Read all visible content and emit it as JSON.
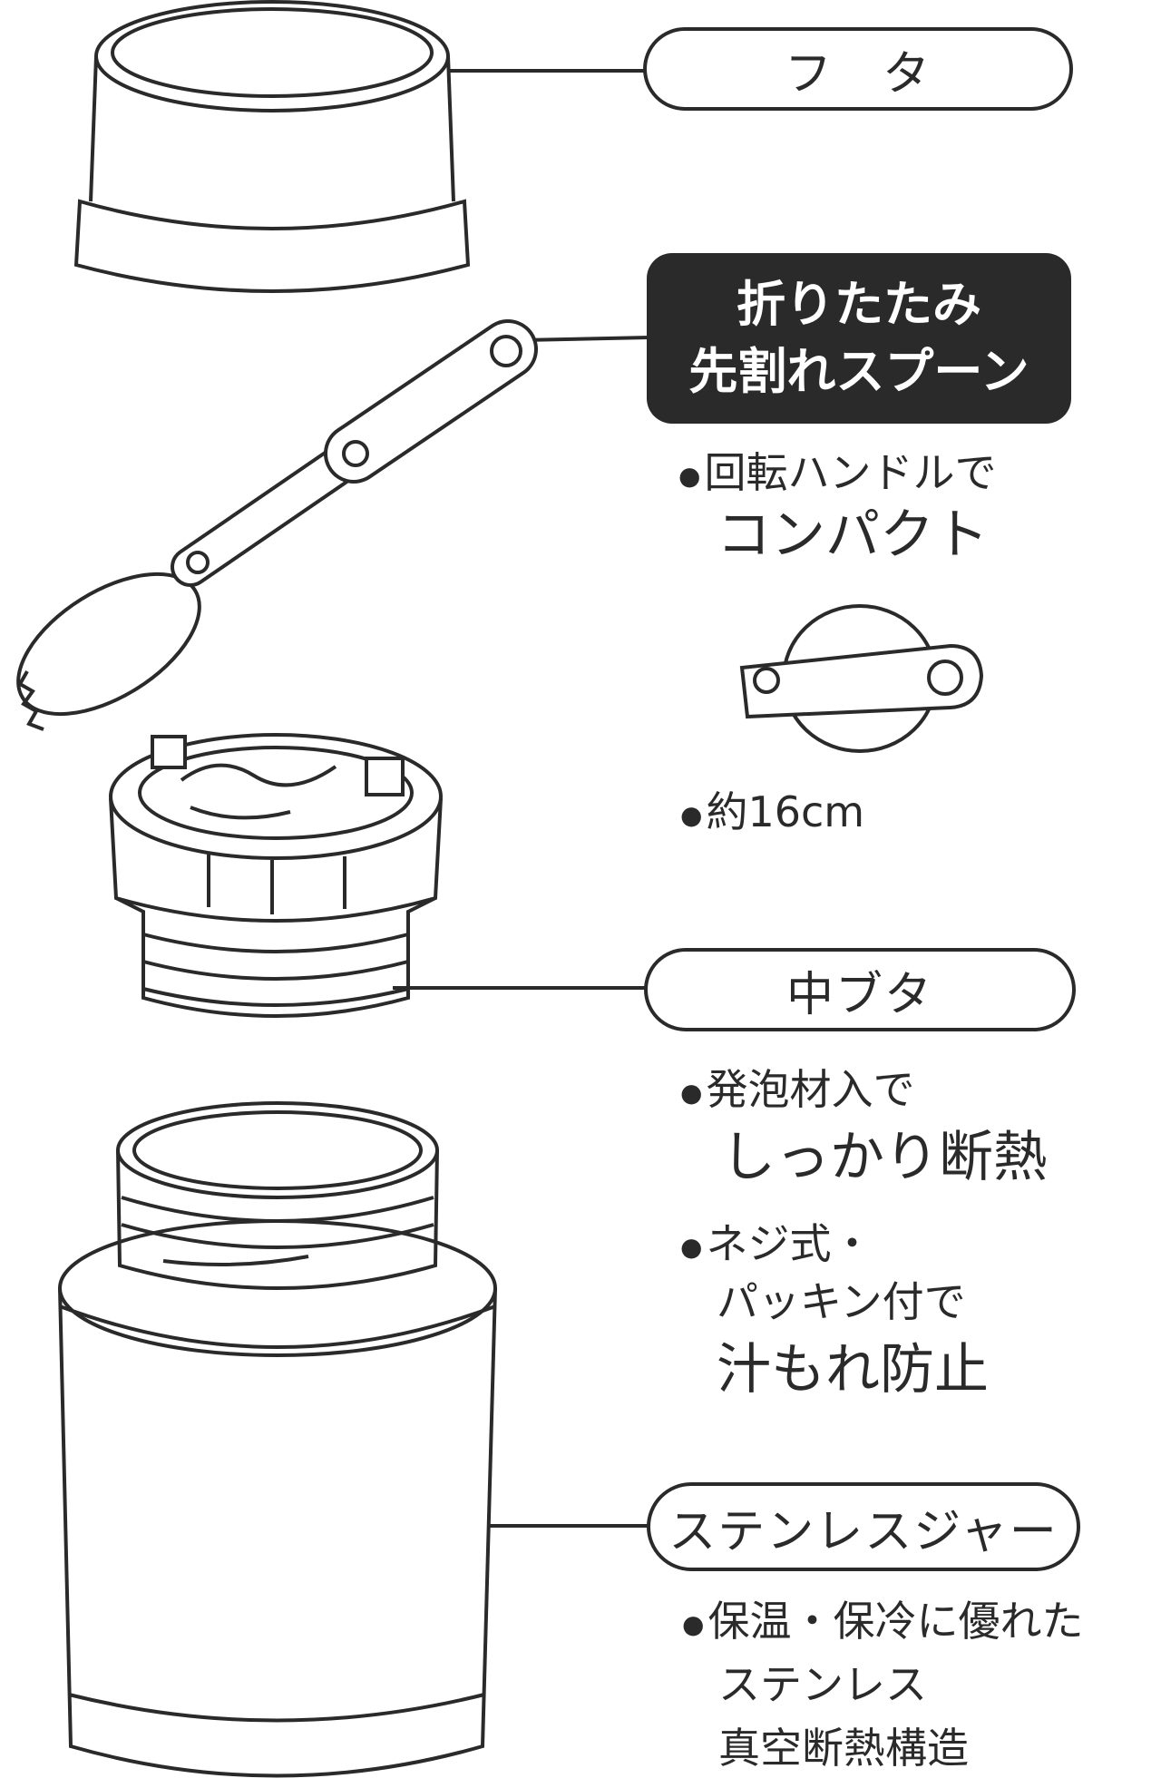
{
  "parts": {
    "lid": {
      "label": "フ　タ"
    },
    "spoon": {
      "label_line1": "折りたたみ",
      "label_line2": "先割れスプーン",
      "feature1_line1": "回転ハンドルで",
      "feature1_line2": "コンパクト",
      "feature2": "約16cm"
    },
    "inner_lid": {
      "label": "中ブタ",
      "feature1_line1": "発泡材入で",
      "feature1_line2": "しっかり断熱",
      "feature2_line1": "ネジ式・",
      "feature2_line2": "パッキン付で",
      "feature2_line3": "汁もれ防止"
    },
    "jar": {
      "label": "ステンレスジャー",
      "feature1_line1": "保温・保冷に優れた",
      "feature1_line2": "ステンレス",
      "feature1_line3": "真空断熱構造"
    }
  },
  "colors": {
    "ink": "#2a2a2a",
    "background": "#ffffff"
  }
}
